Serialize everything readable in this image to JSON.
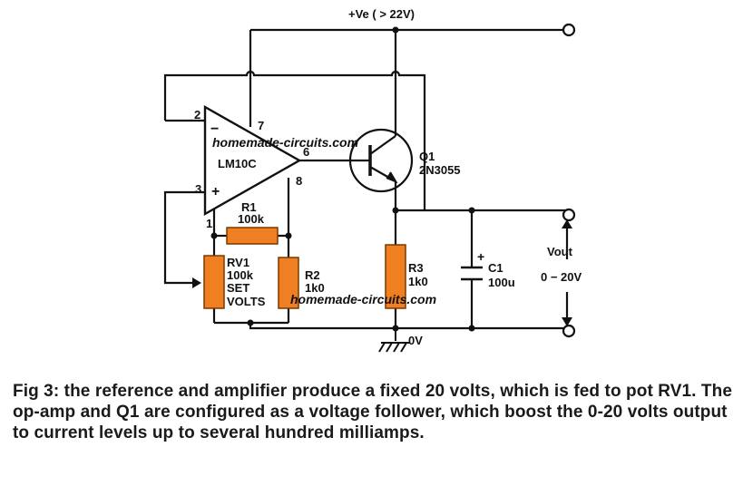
{
  "labels": {
    "supply": "+Ve ( > 22V)",
    "opamp": "LM10C",
    "pin2": "2",
    "pin3": "3",
    "pin7": "7",
    "pin6": "6",
    "pin8": "8",
    "pin1": "1",
    "minus": "−",
    "plus": "+",
    "q1_name": "Q1",
    "q1_part": "2N3055",
    "r1_name": "R1",
    "r1_value": "100k",
    "rv1_name": "RV1",
    "rv1_value": "100k",
    "rv1_set": "SET",
    "rv1_volts": "VOLTS",
    "r2_name": "R2",
    "r2_value": "1k0",
    "r3_name": "R3",
    "r3_value": "1k0",
    "c1_plus": "+",
    "c1_name": "C1",
    "c1_value": "100u",
    "vout_label": "Vout",
    "vout_range": "0 − 20V",
    "ground": "0V"
  },
  "watermark": "homemade-circuits.com",
  "caption": "Fig 3: the reference and amplifier produce a fixed 20 volts, which is fed to pot RV1. The op-amp and Q1 are configured as a voltage follower, which boost the 0-20 volts output to current levels up to several hundred milliamps.",
  "colors": {
    "resistor": "#f07f22",
    "wire": "#111111",
    "watermark": "#2a2aa8"
  }
}
